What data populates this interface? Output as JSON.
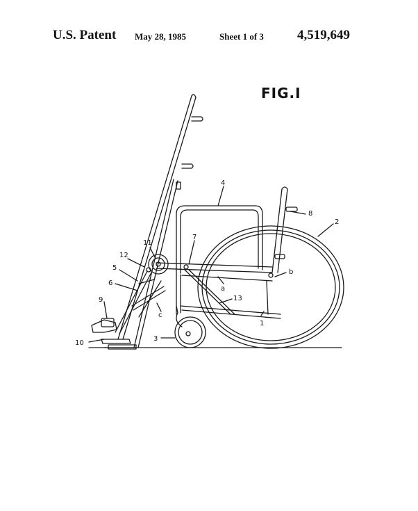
{
  "header": {
    "patent_label": "U.S. Patent",
    "date": "May 28, 1985",
    "sheet": "Sheet 1 of 3",
    "patent_number": "4,519,649"
  },
  "figure": {
    "title": "FIG.I",
    "reference_labels": {
      "n1": "1",
      "n2": "2",
      "n3": "3",
      "n4": "4",
      "n5": "5",
      "n6": "6",
      "n7": "7",
      "n8": "8",
      "n9": "9",
      "n10": "10",
      "n11": "11",
      "n12": "12",
      "n13": "13",
      "a": "a",
      "b": "b",
      "c": "c"
    }
  }
}
